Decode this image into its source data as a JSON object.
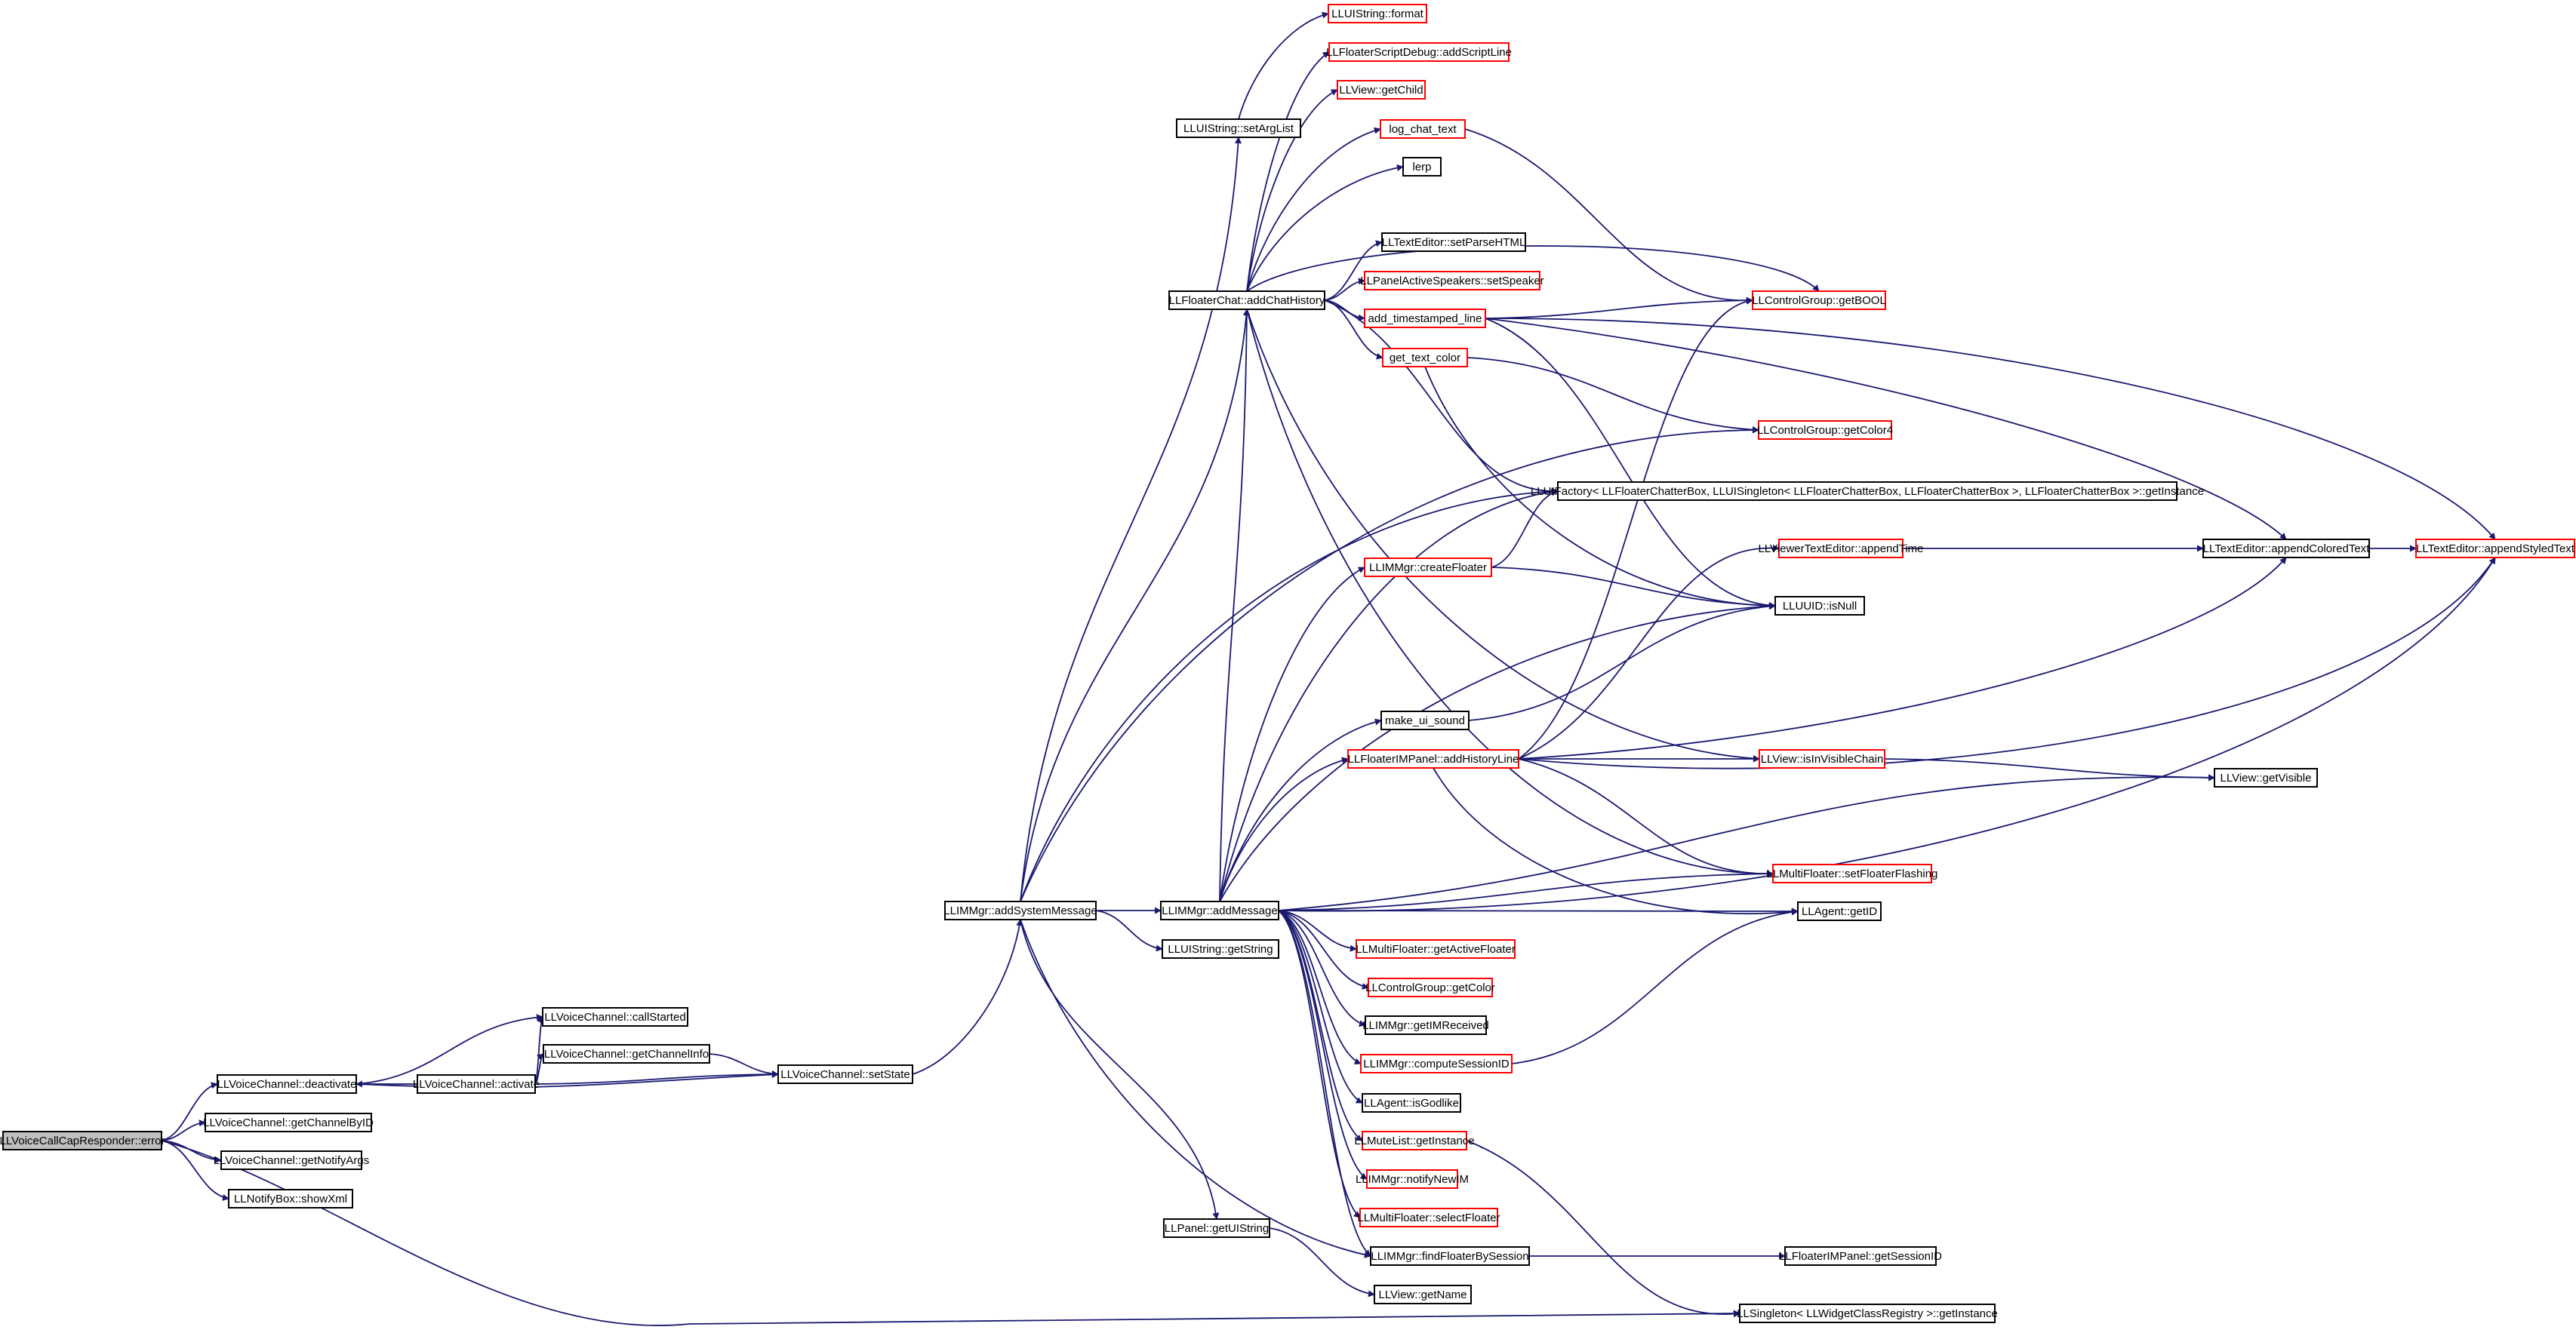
{
  "diagram": {
    "type": "call-graph",
    "colors": {
      "edge": "#191970",
      "border_default": "#000000",
      "border_red": "#ff0000",
      "root_fill": "#bfbfbf",
      "node_fill": "#ffffff"
    },
    "nodes": [
      {
        "id": "n0",
        "label": "LLVoiceCallCapResponder::error",
        "border": "gray",
        "root": true
      },
      {
        "id": "n1",
        "label": "LLVoiceChannel::deactivate",
        "border": "black"
      },
      {
        "id": "n2",
        "label": "LLVoiceChannel::getChannelByID",
        "border": "black"
      },
      {
        "id": "n3",
        "label": "LLVoiceChannel::getNotifyArgs",
        "border": "black"
      },
      {
        "id": "n4",
        "label": "LLNotifyBox::showXml",
        "border": "black"
      },
      {
        "id": "n5",
        "label": "LLVoiceChannel::callStarted",
        "border": "black"
      },
      {
        "id": "n6",
        "label": "LLVoiceChannel::activate",
        "border": "black"
      },
      {
        "id": "n7",
        "label": "LLVoiceChannel::getChannelInfo",
        "border": "black"
      },
      {
        "id": "n8",
        "label": "LLVoiceChannel::setState",
        "border": "black"
      },
      {
        "id": "n9",
        "label": "LLIMMgr::addSystemMessage",
        "border": "black"
      },
      {
        "id": "n10",
        "label": "LLUIString::setArgList",
        "border": "black"
      },
      {
        "id": "n11",
        "label": "LLFloaterChat::addChatHistory",
        "border": "black"
      },
      {
        "id": "n12",
        "label": "LLIMMgr::addMessage",
        "border": "black"
      },
      {
        "id": "n13",
        "label": "LLUIString::getString",
        "border": "black"
      },
      {
        "id": "n14",
        "label": "LLPanel::getUIString",
        "border": "black"
      },
      {
        "id": "n15",
        "label": "LLUIString::format",
        "border": "red"
      },
      {
        "id": "n16",
        "label": "LLFloaterScriptDebug::addScriptLine",
        "border": "red"
      },
      {
        "id": "n17",
        "label": "LLView::getChild",
        "border": "red"
      },
      {
        "id": "n18",
        "label": "log_chat_text",
        "border": "red"
      },
      {
        "id": "n19",
        "label": "lerp",
        "border": "black"
      },
      {
        "id": "n20",
        "label": "LLTextEditor::setParseHTML",
        "border": "black"
      },
      {
        "id": "n21",
        "label": "LLPanelActiveSpeakers::setSpeaker",
        "border": "red"
      },
      {
        "id": "n22",
        "label": "add_timestamped_line",
        "border": "red"
      },
      {
        "id": "n23",
        "label": "get_text_color",
        "border": "red"
      },
      {
        "id": "n24",
        "label": "LLIMMgr::createFloater",
        "border": "red"
      },
      {
        "id": "n25",
        "label": "make_ui_sound",
        "border": "black"
      },
      {
        "id": "n26",
        "label": "LLFloaterIMPanel::addHistoryLine",
        "border": "red"
      },
      {
        "id": "n27",
        "label": "LLMultiFloater::getActiveFloater",
        "border": "red"
      },
      {
        "id": "n28",
        "label": "LLControlGroup::getColor",
        "border": "red"
      },
      {
        "id": "n29",
        "label": "LLIMMgr::getIMReceived",
        "border": "black"
      },
      {
        "id": "n30",
        "label": "LLIMMgr::computeSessionID",
        "border": "red"
      },
      {
        "id": "n31",
        "label": "LLAgent::isGodlike",
        "border": "black"
      },
      {
        "id": "n32",
        "label": "LLMuteList::getInstance",
        "border": "red"
      },
      {
        "id": "n33",
        "label": "LLIMMgr::notifyNewIM",
        "border": "red"
      },
      {
        "id": "n34",
        "label": "LLMultiFloater::selectFloater",
        "border": "red"
      },
      {
        "id": "n35",
        "label": "LLIMMgr::findFloaterBySession",
        "border": "black"
      },
      {
        "id": "n36",
        "label": "LLView::getName",
        "border": "black"
      },
      {
        "id": "n37",
        "label": "LLControlGroup::getBOOL",
        "border": "red"
      },
      {
        "id": "n38",
        "label": "LLControlGroup::getColor4",
        "border": "red"
      },
      {
        "id": "n39",
        "label": "LLUIFactory< LLFloaterChatterBox, LLUISingleton< LLFloaterChatterBox, LLFloaterChatterBox >, LLFloaterChatterBox >::getInstance",
        "border": "black"
      },
      {
        "id": "n40",
        "label": "LLViewerTextEditor::appendTime",
        "border": "red"
      },
      {
        "id": "n41",
        "label": "LLUUID::isNull",
        "border": "black"
      },
      {
        "id": "n42",
        "label": "LLView::isInVisibleChain",
        "border": "red"
      },
      {
        "id": "n43",
        "label": "LLMultiFloater::setFloaterFlashing",
        "border": "red"
      },
      {
        "id": "n44",
        "label": "LLAgent::getID",
        "border": "black"
      },
      {
        "id": "n45",
        "label": "LLFloaterIMPanel::getSessionID",
        "border": "black"
      },
      {
        "id": "n46",
        "label": "LLSingleton< LLWidgetClassRegistry >::getInstance",
        "border": "black"
      },
      {
        "id": "n47",
        "label": "LLTextEditor::appendColoredText",
        "border": "black"
      },
      {
        "id": "n48",
        "label": "LLView::getVisible",
        "border": "black"
      },
      {
        "id": "n49",
        "label": "LLTextEditor::appendStyledText",
        "border": "red"
      }
    ]
  }
}
